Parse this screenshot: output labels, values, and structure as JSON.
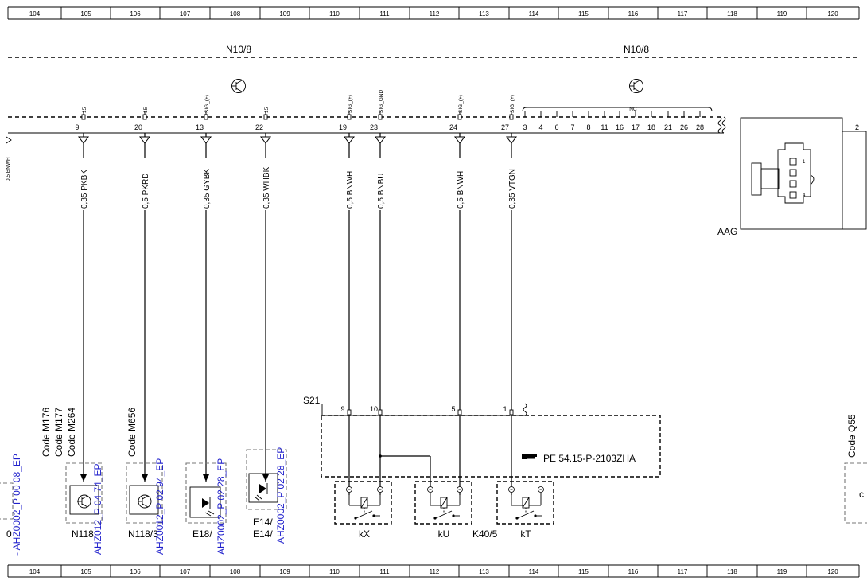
{
  "ruler": {
    "top": [
      "104",
      "105",
      "106",
      "107",
      "108",
      "109",
      "110",
      "111",
      "112",
      "113",
      "114",
      "115",
      "116",
      "117",
      "118",
      "119",
      "120"
    ],
    "bottom": [
      "104",
      "105",
      "106",
      "107",
      "108",
      "109",
      "110",
      "111",
      "112",
      "113",
      "114",
      "115",
      "116",
      "117",
      "118",
      "119",
      "120"
    ]
  },
  "header": {
    "module_left": "N10/8",
    "module_right": "N10/8"
  },
  "connector_pins": [
    {
      "num": "9",
      "sig": "15"
    },
    {
      "num": "20",
      "sig": "15"
    },
    {
      "num": "13",
      "sig": "SIG_(+)"
    },
    {
      "num": "22",
      "sig": "15"
    },
    {
      "num": "19",
      "sig": "SIG_(+)"
    },
    {
      "num": "23",
      "sig": "SIG_GND"
    },
    {
      "num": "24",
      "sig": "SIG_(+)"
    },
    {
      "num": "27",
      "sig": "SIG_(+)"
    }
  ],
  "nc": {
    "label": "NC",
    "pins": [
      "3",
      "4",
      "6",
      "7",
      "8",
      "11",
      "16",
      "17",
      "18",
      "21",
      "26",
      "28"
    ]
  },
  "wires": [
    "0,35 PKBK",
    "0,5 PKRD",
    "0,35 GYBK",
    "0,35 WHBK",
    "0,5 BNWH",
    "0,5 BNBU",
    "0,5 BNWH",
    "0,35 VTGN"
  ],
  "connector_ref": {
    "label": "AAG",
    "pin_top": "1",
    "pin_bottom": "4",
    "pin_right": "2"
  },
  "left_clip": "- AHZ0002_P 00 08_EP",
  "left_block_label": "0",
  "components": [
    {
      "code_lines": [
        "Code M176",
        "Code M177",
        "Code M264"
      ],
      "label": "N118",
      "ref": "AHZ012_P 04 74_EP"
    },
    {
      "code_lines": [
        "Code M656"
      ],
      "label": "N118/3",
      "ref": "AHZ0012_P 02 94_EP"
    },
    {
      "code_lines": [],
      "label": "E18/",
      "ref": "AHZ0002_P 02 28_EP"
    },
    {
      "code_lines": [],
      "label_lines": [
        "E14/",
        "E14/"
      ],
      "ref": "AHZ0002_P 02 28_EP"
    }
  ],
  "switch_block": {
    "connector": "S21",
    "pins": [
      "9",
      "10",
      "5",
      "1"
    ],
    "reference": "PE 54.15-P-2103ZHA",
    "reference_icon": "pointing-hand-icon",
    "switches": [
      "kX",
      "kU",
      "kT"
    ],
    "group_label": "K40/5"
  },
  "right_code": "Code Q55"
}
